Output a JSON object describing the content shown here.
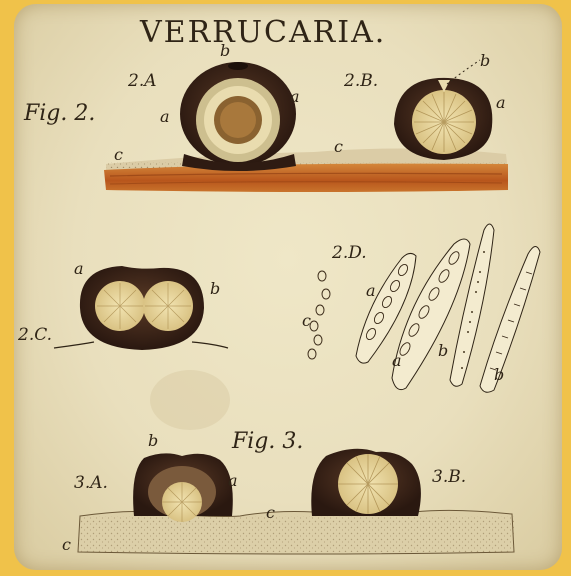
{
  "plate": {
    "title": "VERRUCARIA.",
    "fig2_label": "Fig. 2.",
    "fig3_label": "Fig. 3.",
    "panels": {
      "p2A": "2.A",
      "p2B": "2.B.",
      "p2C": "2.C.",
      "p2D": "2.D.",
      "p3A": "3.A.",
      "p3B": "3.B."
    },
    "letters": {
      "a": "a",
      "b": "b",
      "c": "c"
    }
  },
  "colors": {
    "frame": "#f0c24a",
    "paper": "#ece3c3",
    "ink": "#2f2416",
    "perithecium": "#3a2418",
    "nucleus": "#e6d49a",
    "bark": "#c86a22",
    "thallus": "#d8c9a0"
  }
}
